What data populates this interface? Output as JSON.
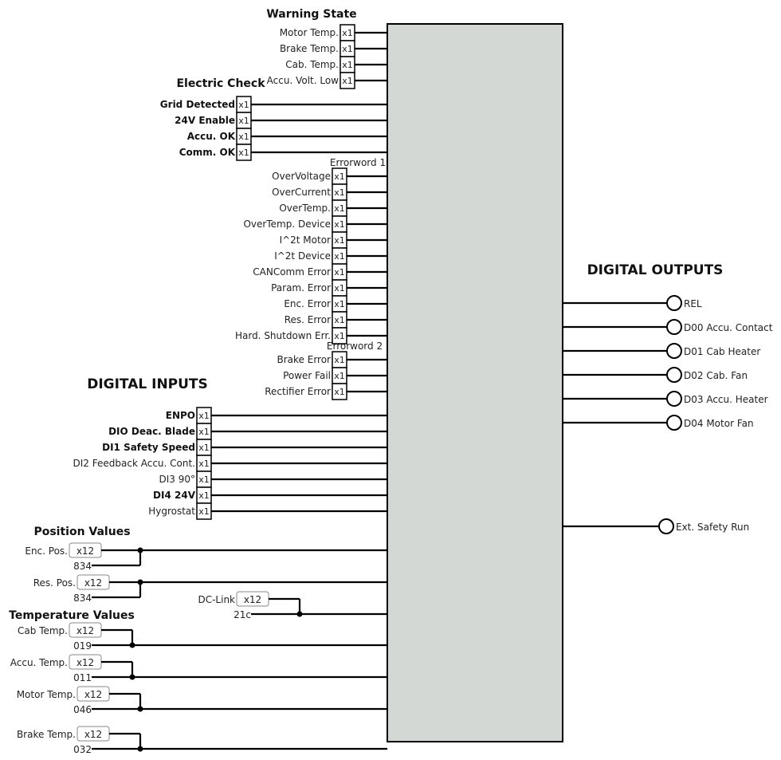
{
  "headers": {
    "warning_state": "Warning State",
    "electric_check": "Electric Check",
    "errorword1": "Errorword 1",
    "errorword2": "Errorword 2",
    "digital_inputs": "DIGITAL INPUTS",
    "digital_outputs": "DIGITAL OUTPUTS",
    "position_values": "Position Values",
    "temperature_values": "Temperature Values"
  },
  "x1_label": "x1",
  "x12_label": "x12",
  "warning_state": [
    "Motor Temp.",
    "Brake Temp.",
    "Cab. Temp.",
    "Accu. Volt. Low"
  ],
  "electric_check": [
    "Grid Detected",
    "24V Enable",
    "Accu. OK",
    "Comm. OK"
  ],
  "errorword1": [
    "OverVoltage",
    "OverCurrent",
    "OverTemp.",
    "OverTemp. Device",
    "I^2t Motor",
    "I^2t Device",
    "CANComm Error",
    "Param. Error",
    "Enc. Error",
    "Res. Error",
    "Hard. Shutdown Err."
  ],
  "errorword2": [
    "Brake Error",
    "Power Fail",
    "Rectifier Error"
  ],
  "digital_inputs": [
    {
      "label": "ENPO",
      "bold": true
    },
    {
      "label": "DIO Deac. Blade",
      "bold": true
    },
    {
      "label": "DI1 Safety Speed",
      "bold": true
    },
    {
      "label": "DI2 Feedback Accu. Cont.",
      "bold": false
    },
    {
      "label": "DI3 90°",
      "bold": false
    },
    {
      "label": "DI4 24V",
      "bold": true
    },
    {
      "label": "Hygrostat",
      "bold": false
    }
  ],
  "position_values": [
    {
      "label": "Enc. Pos.",
      "value": "834"
    },
    {
      "label": "Res. Pos.",
      "value": "834"
    }
  ],
  "dc_link": {
    "label": "DC-Link",
    "value": "21c"
  },
  "temperature_values": [
    {
      "label": "Cab Temp.",
      "value": "019"
    },
    {
      "label": "Accu. Temp.",
      "value": "011"
    },
    {
      "label": "Motor Temp.",
      "value": "046"
    },
    {
      "label": "Brake Temp.",
      "value": "032"
    }
  ],
  "digital_outputs": [
    "REL",
    "D00 Accu. Contact",
    "D01 Cab Heater",
    "D02 Cab. Fan",
    "D03 Accu. Heater",
    "D04 Motor Fan"
  ],
  "ext_safety_run": "Ext. Safety Run",
  "colors": {
    "block_fill": "#d3d8d5",
    "line": "#000000"
  }
}
